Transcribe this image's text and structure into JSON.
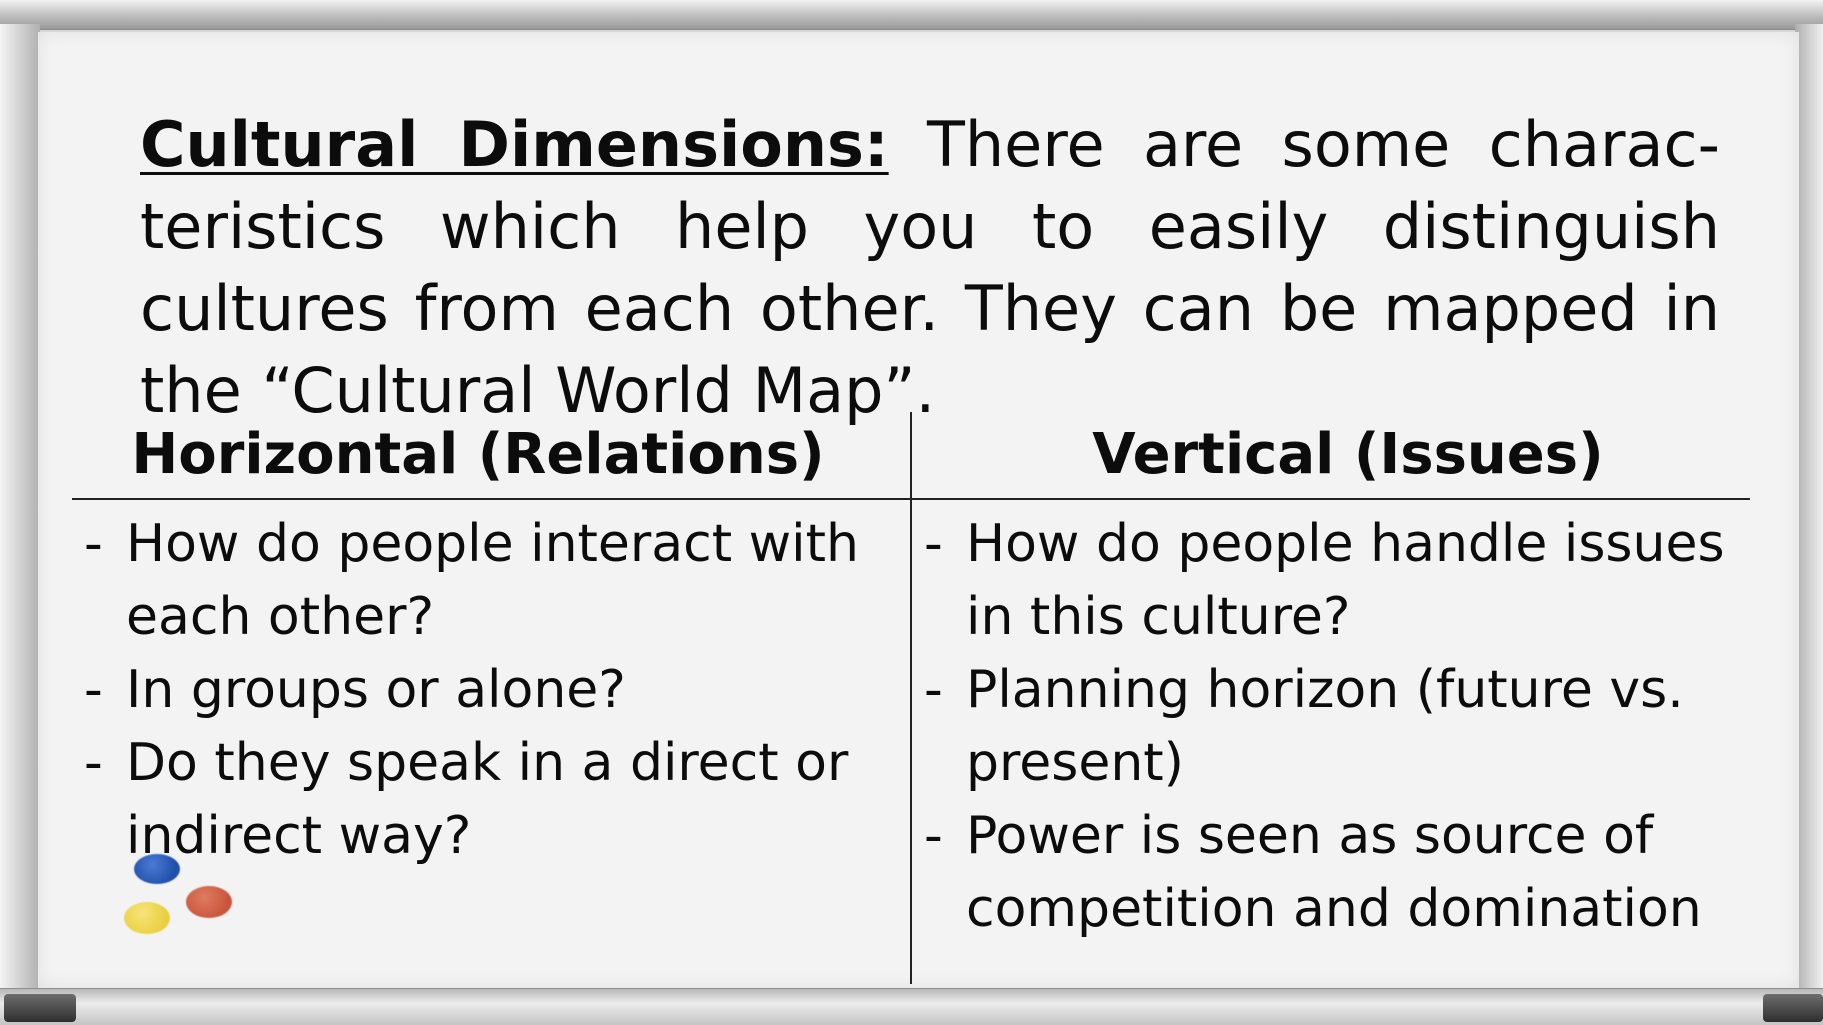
{
  "intro": {
    "heading": "Cultural Dimensions:",
    "text": " There are some charac-teristics which help you to easily distinguish cultures from each other. They can be mapped in the “Cultural World Map”."
  },
  "columns": {
    "left": {
      "title": "Horizontal (Relations)",
      "items": [
        "How do people interact with each other?",
        "In groups or alone?",
        "Do they speak in a direct or indirect way?"
      ]
    },
    "right": {
      "title": "Vertical (Issues)",
      "items": [
        "How do people handle issues in this culture?",
        "Planning horizon (future vs. present)",
        "Power is seen as source of competition and domination"
      ]
    }
  },
  "bullet": "-",
  "colors": {
    "board": "#f3f3f4",
    "ink": "#0c0c0c",
    "magnet_blue": "#1f4fa8",
    "magnet_red": "#c8553b",
    "magnet_yellow": "#e9cf3f"
  }
}
